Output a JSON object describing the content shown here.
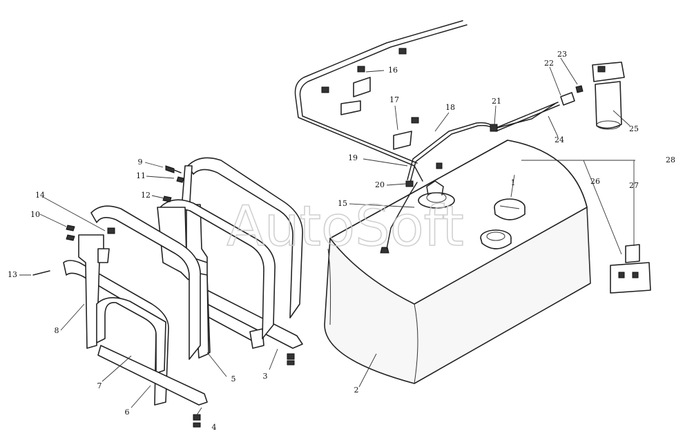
{
  "watermark": "AutoSoft",
  "callouts": [
    "1",
    "2",
    "3",
    "4",
    "5",
    "6",
    "7",
    "8",
    "9",
    "10",
    "11",
    "12",
    "13",
    "14",
    "15",
    "16",
    "17",
    "18",
    "19",
    "20",
    "21",
    "22",
    "23",
    "24",
    "25",
    "26",
    "27",
    "28"
  ]
}
